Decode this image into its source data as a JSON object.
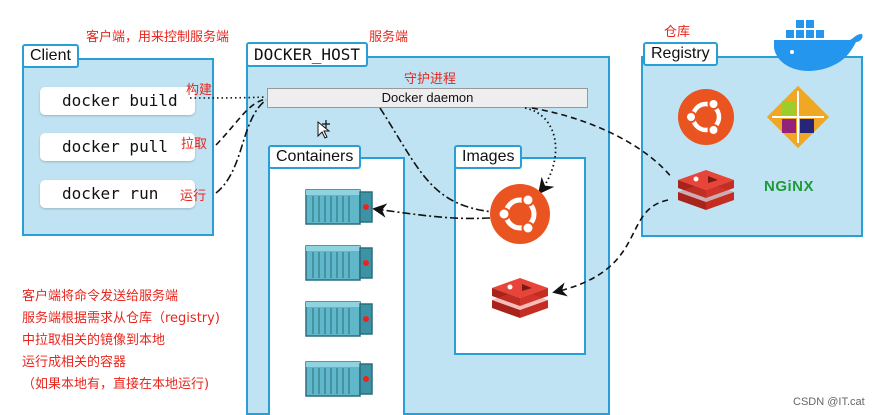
{
  "client": {
    "annotation": "客户端，用来控制服务端",
    "title": "Client",
    "commands": [
      {
        "label": "docker build",
        "note": "构建"
      },
      {
        "label": "docker pull",
        "note": "拉取"
      },
      {
        "label": "docker run",
        "note": "运行"
      }
    ]
  },
  "host": {
    "annotation": "服务端",
    "title": "DOCKER_HOST",
    "daemon_annotation": "守护进程",
    "daemon_label": "Docker daemon",
    "containers_title": "Containers",
    "images_title": "Images"
  },
  "registry": {
    "annotation": "仓库",
    "title": "Registry",
    "logos": [
      "ubuntu-logo",
      "centos-logo",
      "redis-logo",
      "nginx-logo"
    ],
    "nginx_text": "NGiNX"
  },
  "notes": [
    "客户端将命令发送给服务端",
    "服务端根据需求从仓库（registry)",
    "中拉取相关的镜像到本地",
    "运行成相关的容器",
    "（如果本地有，直接在本地运行)"
  ],
  "watermark": "CSDN @IT.cat",
  "colors": {
    "panel_fill": "#bfe3f2",
    "panel_border": "#2a9fd6",
    "annotation": "#e8261e",
    "ubuntu": "#e95420",
    "redis": "#d82c20",
    "nginx": "#1f9a3a"
  }
}
